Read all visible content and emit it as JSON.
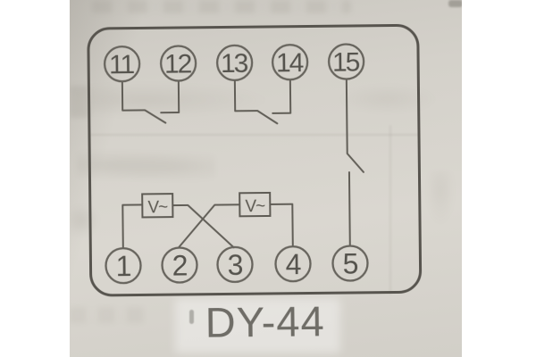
{
  "figure": {
    "title": "DY-44",
    "terminals_top": [
      "11",
      "12",
      "13",
      "14",
      "15"
    ],
    "terminals_bottom": [
      "1",
      "2",
      "3",
      "4",
      "5"
    ],
    "meter_boxes": [
      {
        "label": "V~"
      },
      {
        "label": "V~"
      }
    ],
    "connections": [
      {
        "type": "normally-open-contact",
        "between": [
          "11",
          "12"
        ]
      },
      {
        "type": "normally-open-contact",
        "between": [
          "13",
          "14"
        ]
      },
      {
        "type": "open-switch",
        "between": [
          "15",
          "5"
        ]
      },
      {
        "type": "voltage-element",
        "label": "V~",
        "between": [
          "1",
          "3"
        ]
      },
      {
        "type": "voltage-element",
        "label": "V~",
        "between": [
          "2",
          "4"
        ]
      }
    ],
    "colors": {
      "paper": "#d4d1ca",
      "page_margin": "#ffffff",
      "line": "#5b5853",
      "terminal_text": "#55534d",
      "title_text": "#6f6d67"
    }
  }
}
